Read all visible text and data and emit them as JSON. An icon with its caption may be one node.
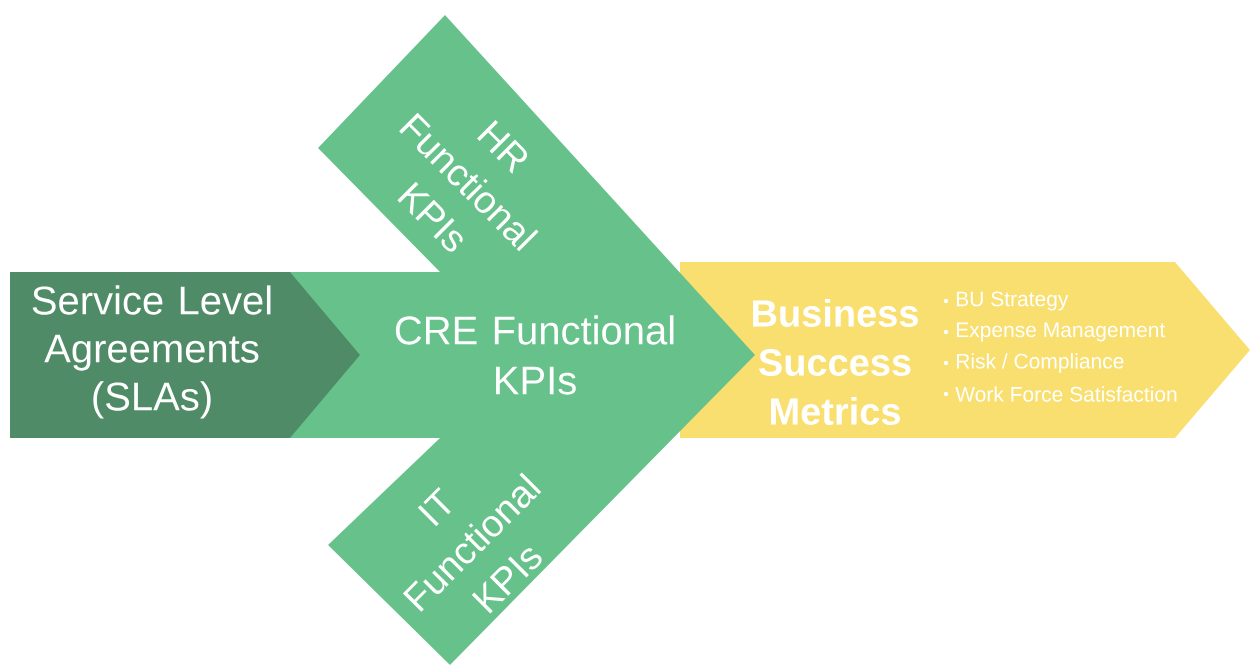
{
  "diagram": {
    "nodes": [
      {
        "text": [
          "Service Level Agreements (SLAs)"
        ]
      },
      {
        "text": [
          "HR Functional KPIs"
        ],
        "in": 2
      },
      {
        "text": [
          "CRE Functional KPIs"
        ]
      },
      {
        "text": [
          "IT Functional KPIs"
        ],
        "in": 2
      },
      {
        "text": [
          "Business Success Metrics",
          "BU Strategy",
          "Expense Management",
          "Risk / Compliance",
          "Work Force Satisfaction"
        ]
      }
    ]
  }
}
